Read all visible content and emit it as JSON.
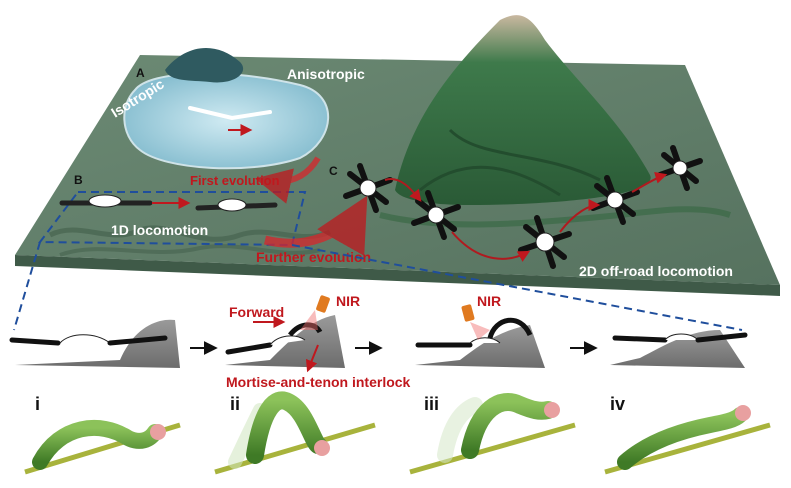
{
  "panels": {
    "a": "A",
    "b": "B",
    "c": "C"
  },
  "labels": {
    "isotropic": "Isotropic",
    "anisotropic": "Anisotropic",
    "first_evolution": "First evolution",
    "further_evolution": "Further evolution",
    "locomotion_1d": "1D locomotion",
    "locomotion_2d": "2D off-road locomotion",
    "forward": "Forward",
    "nir_1": "NIR",
    "nir_2": "NIR",
    "interlock": "Mortise-and-tenon interlock"
  },
  "steps": [
    "i",
    "ii",
    "iii",
    "iv"
  ],
  "colors": {
    "terrain": "#5e7a66",
    "terrain_edge": "#3f5a48",
    "accent_red": "#c0181e",
    "water": "#a9d3e0",
    "mountain": "#2f6b3f",
    "caterpillar": "#5d9a3a",
    "dash_blue": "#1f4e9c"
  }
}
